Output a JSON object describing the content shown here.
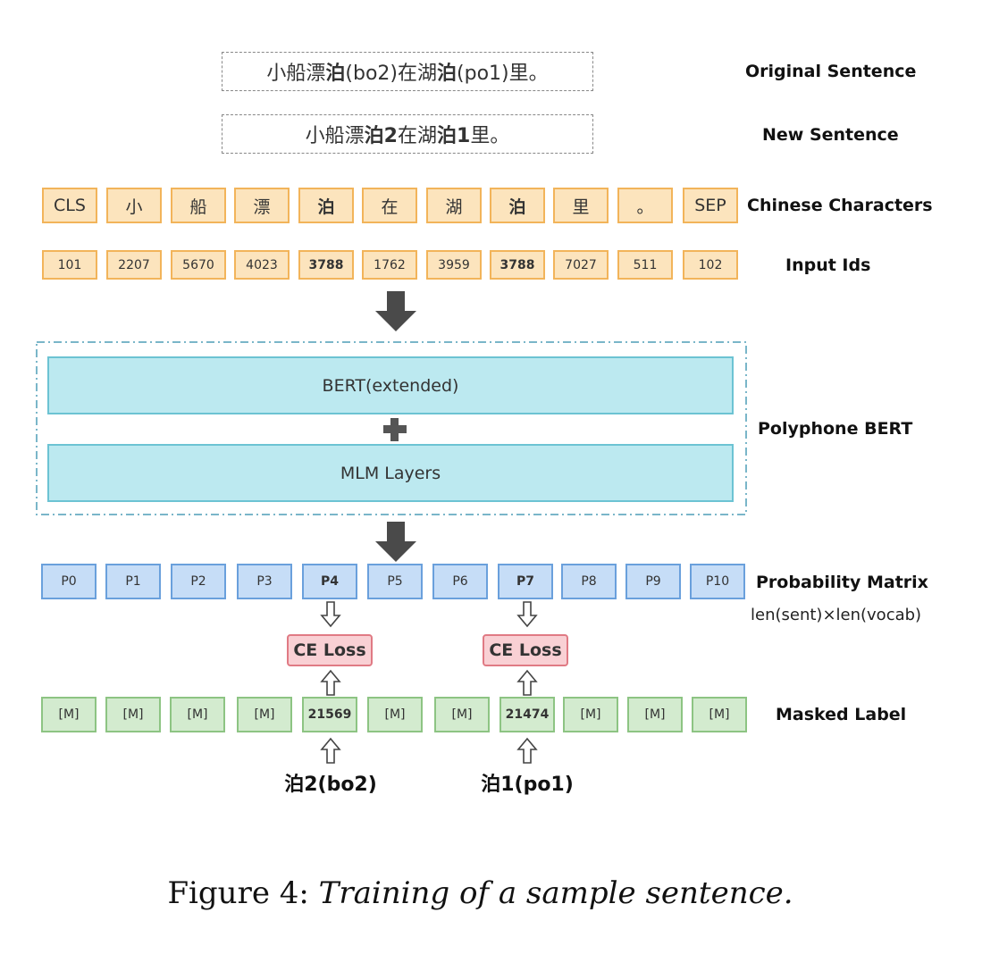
{
  "sentences": {
    "original": {
      "parts": [
        "小船漂",
        "泊",
        "(bo2)在湖",
        "泊",
        "(po1)里。"
      ],
      "label": "Original Sentence"
    },
    "new": {
      "parts": [
        "小船漂",
        "泊2",
        "在湖",
        "泊1",
        "里。"
      ],
      "label": "New Sentence"
    }
  },
  "rows": {
    "chars": {
      "label": "Chinese Characters",
      "tokens": [
        "CLS",
        "小",
        "船",
        "漂",
        "泊",
        "在",
        "湖",
        "泊",
        "里",
        "。",
        "SEP"
      ]
    },
    "ids": {
      "label": "Input Ids",
      "tokens": [
        "101",
        "2207",
        "5670",
        "4023",
        "3788",
        "1762",
        "3959",
        "3788",
        "7027",
        "511",
        "102"
      ]
    },
    "probs": {
      "label": "Probability Matrix",
      "sublabel": "len(sent)×len(vocab)",
      "tokens": [
        "P0",
        "P1",
        "P2",
        "P3",
        "P4",
        "P5",
        "P6",
        "P7",
        "P8",
        "P9",
        "P10"
      ]
    },
    "masked": {
      "label": "Masked Label",
      "tokens": [
        "[M]",
        "[M]",
        "[M]",
        "[M]",
        "21569",
        "[M]",
        "[M]",
        "21474",
        "[M]",
        "[M]",
        "[M]"
      ]
    }
  },
  "model": {
    "label": "Polyphone BERT",
    "layer1": "BERT(extended)",
    "layer2": "MLM Layers"
  },
  "loss": {
    "left": "CE Loss",
    "right": "CE Loss"
  },
  "targets": {
    "left": "泊2(bo2)",
    "right": "泊1(po1)"
  },
  "caption": {
    "prefix": "Figure 4:",
    "text": "Training of a sample sentence."
  }
}
